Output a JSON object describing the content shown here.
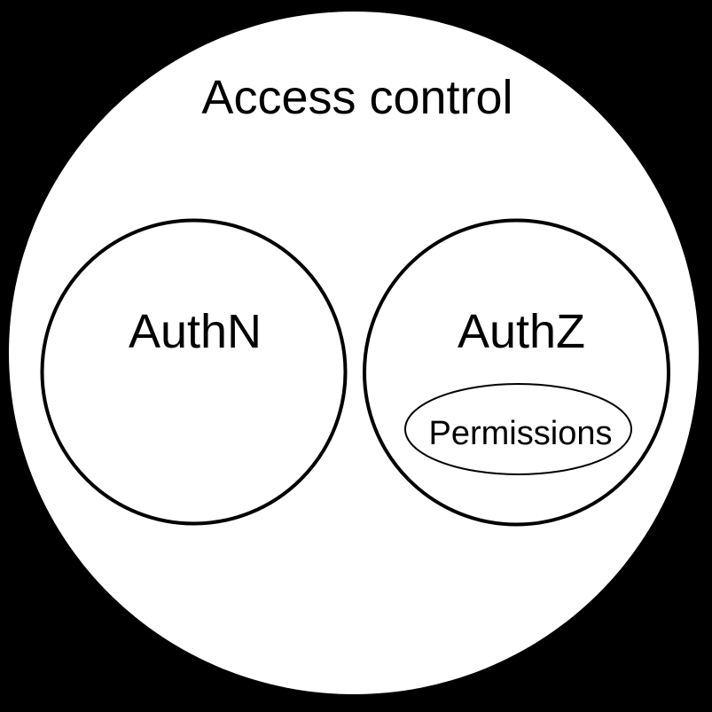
{
  "diagram": {
    "title": "Access control",
    "sets": [
      {
        "id": "authn",
        "label": "AuthN",
        "children": []
      },
      {
        "id": "authz",
        "label": "AuthZ",
        "children": [
          {
            "id": "permissions",
            "label": "Permissions"
          }
        ]
      }
    ],
    "colors": {
      "background": "#000000",
      "outer_fill": "#ffffff",
      "stroke": "#000000",
      "text": "#000000"
    }
  }
}
